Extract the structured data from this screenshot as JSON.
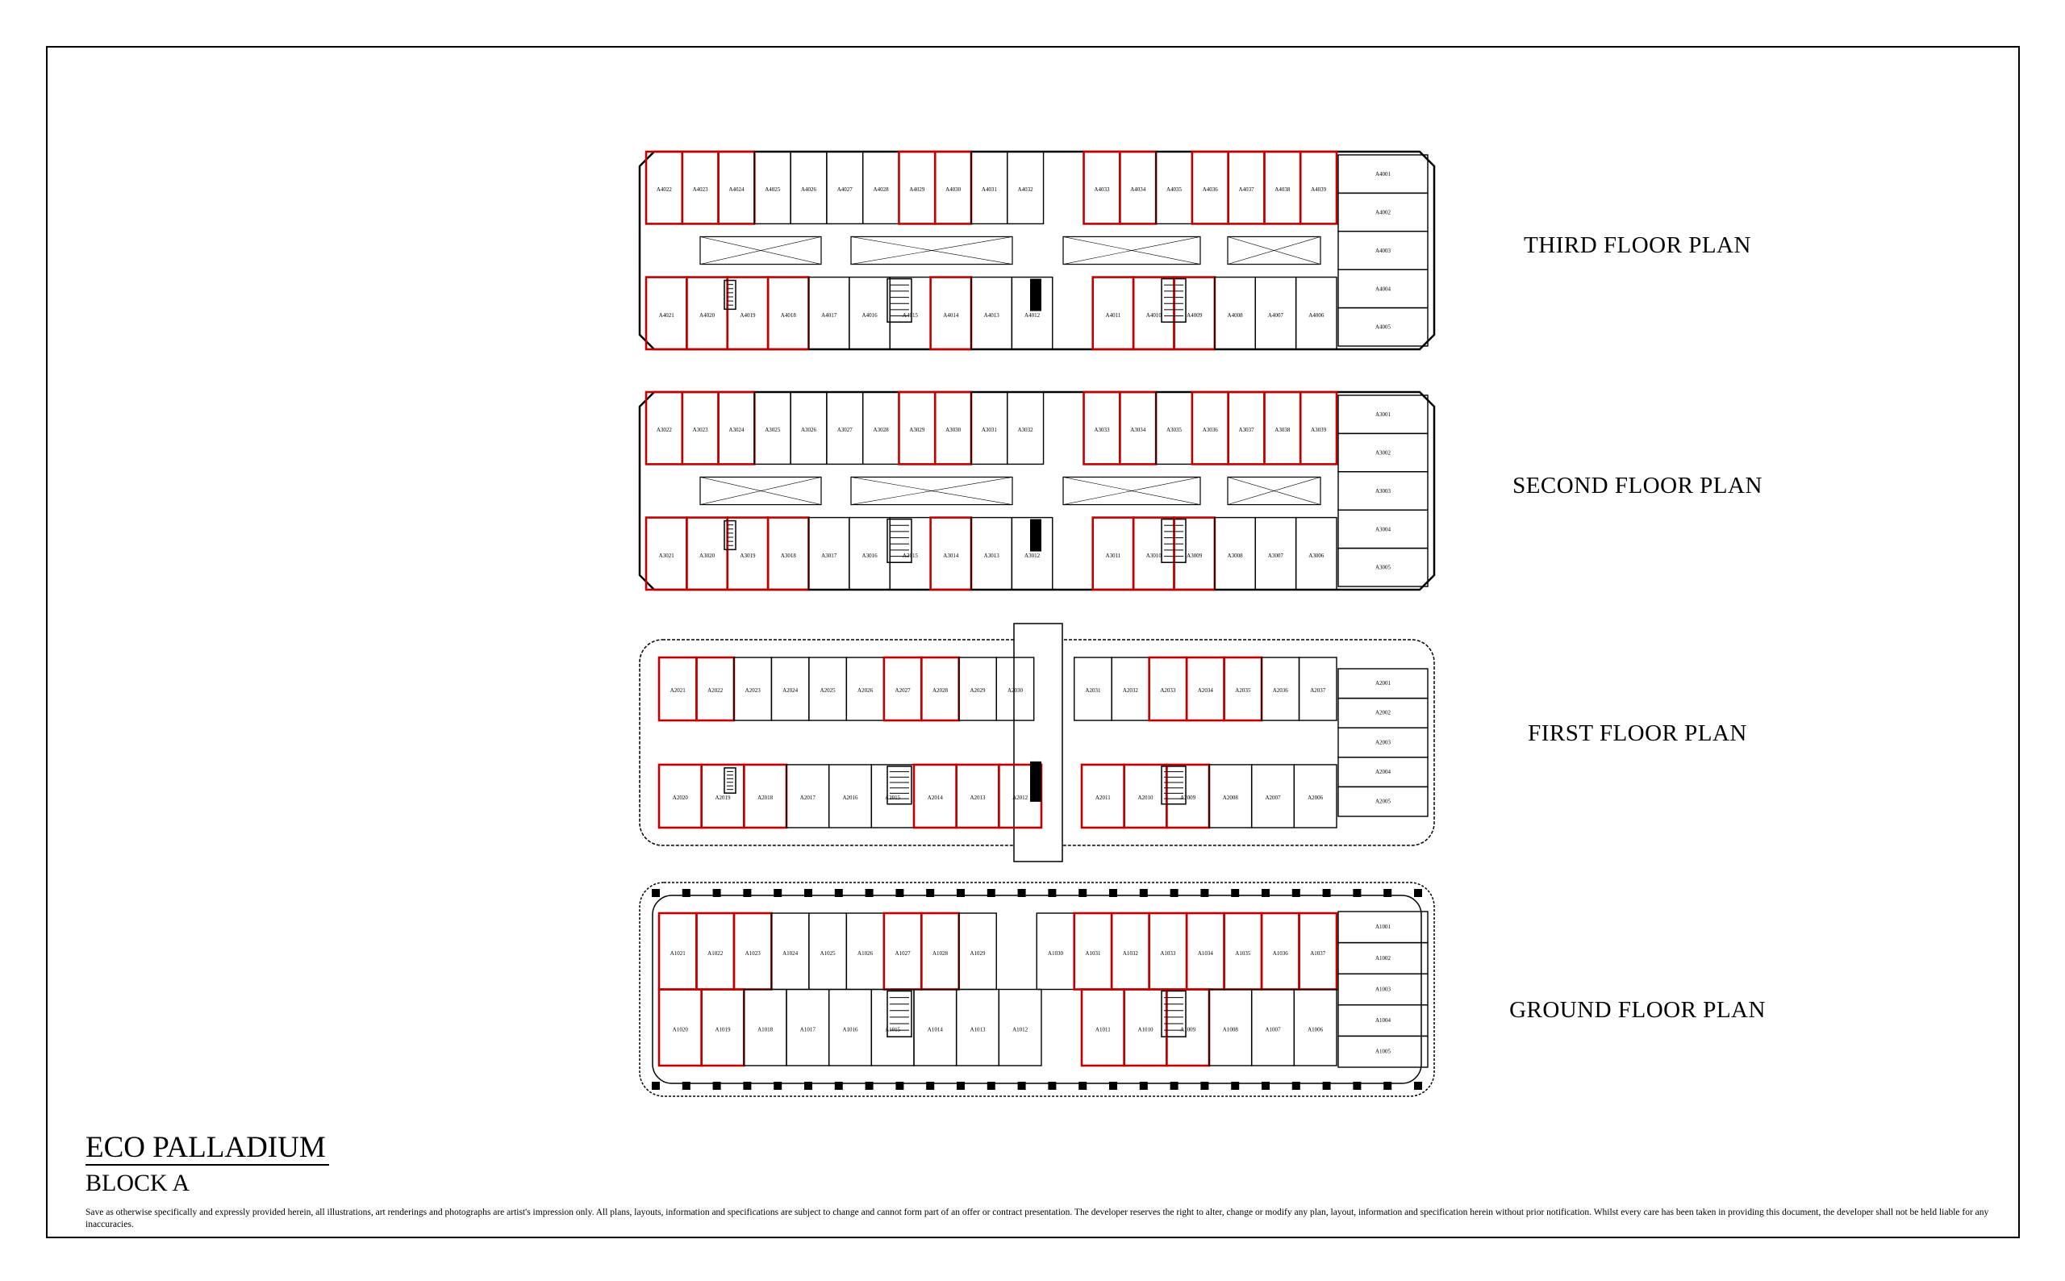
{
  "floor_labels": {
    "third": "THIRD FLOOR PLAN",
    "second": "SECOND FLOOR PLAN",
    "first": "FIRST FLOOR PLAN",
    "ground": "GROUND FLOOR PLAN"
  },
  "project": {
    "title": "ECO PALLADIUM",
    "block": "BLOCK A",
    "disclaimer": "Save as otherwise specifically and expressly provided herein, all illustrations, art renderings and photographs are artist's impression only. All plans, layouts, information and specifications are subject to change and cannot form part of an offer or contract presentation. The developer reserves the right to alter, change or modify any plan, layout, information and specification herein without prior notification. Whilst every care has been taken in providing this document, the developer shall not be held liable for any inaccuracies."
  },
  "colors": {
    "highlight": "#c00000",
    "line": "#000000"
  },
  "plans": [
    {
      "id": "third",
      "top_units": [
        "A4022",
        "A4023",
        "A4024",
        "A4025",
        "A4026",
        "A4027",
        "A4028",
        "A4029",
        "A4030",
        "A4031",
        "A4032",
        "A4033",
        "A4034",
        "A4035",
        "A4036",
        "A4037",
        "A4038",
        "A4039"
      ],
      "bottom_units": [
        "A4021",
        "A4020",
        "A4019",
        "A4018",
        "A4017",
        "A4016",
        "A4015",
        "A4014",
        "A4013",
        "A4012",
        "A4011",
        "A4010",
        "A4009",
        "A4008",
        "A4007",
        "A4006"
      ],
      "side_units": [
        "A4001",
        "A4002",
        "A4003",
        "A4004",
        "A4005"
      ],
      "top_red": [
        0,
        1,
        2,
        7,
        8,
        11,
        12,
        14,
        15,
        16,
        17
      ],
      "bottom_red": [
        0,
        1,
        2,
        3,
        7,
        10,
        11,
        12
      ]
    },
    {
      "id": "second",
      "top_units": [
        "A3022",
        "A3023",
        "A3024",
        "A3025",
        "A3026",
        "A3027",
        "A3028",
        "A3029",
        "A3030",
        "A3031",
        "A3032",
        "A3033",
        "A3034",
        "A3035",
        "A3036",
        "A3037",
        "A3038",
        "A3039"
      ],
      "bottom_units": [
        "A3021",
        "A3020",
        "A3019",
        "A3018",
        "A3017",
        "A3016",
        "A3015",
        "A3014",
        "A3013",
        "A3012",
        "A3011",
        "A3010",
        "A3009",
        "A3008",
        "A3007",
        "A3006"
      ],
      "side_units": [
        "A3001",
        "A3002",
        "A3003",
        "A3004",
        "A3005"
      ],
      "top_red": [
        0,
        1,
        2,
        7,
        8,
        11,
        12,
        14,
        15,
        16,
        17
      ],
      "bottom_red": [
        0,
        1,
        2,
        3,
        7,
        10,
        11,
        12
      ]
    },
    {
      "id": "first",
      "top_units": [
        "A2021",
        "A2022",
        "A2023",
        "A2024",
        "A2025",
        "A2026",
        "A2027",
        "A2028",
        "A2029",
        "A2030",
        "A2031",
        "A2032",
        "A2033",
        "A2034",
        "A2035",
        "A2036",
        "A2037"
      ],
      "bottom_units": [
        "A2020",
        "A2019",
        "A2018",
        "A2017",
        "A2016",
        "A2015",
        "A2014",
        "A2013",
        "A2012",
        "A2011",
        "A2010",
        "A2009",
        "A2008",
        "A2007",
        "A2006"
      ],
      "side_units": [
        "A2001",
        "A2002",
        "A2003",
        "A2004",
        "A2005"
      ],
      "top_red": [
        0,
        1,
        6,
        7,
        12,
        13,
        14
      ],
      "bottom_red": [
        0,
        1,
        2,
        6,
        7,
        8,
        9,
        10,
        11
      ]
    },
    {
      "id": "ground",
      "top_units": [
        "A1021",
        "A1022",
        "A1023",
        "A1024",
        "A1025",
        "A1026",
        "A1027",
        "A1028",
        "A1029",
        "A1030",
        "A1031",
        "A1032",
        "A1033",
        "A1034",
        "A1035",
        "A1036",
        "A1037"
      ],
      "bottom_units": [
        "A1020",
        "A1019",
        "A1018",
        "A1017",
        "A1016",
        "A1015",
        "A1014",
        "A1013",
        "A1012",
        "A1011",
        "A1010",
        "A1009",
        "A1008",
        "A1007",
        "A1006"
      ],
      "side_units": [
        "A1001",
        "A1002",
        "A1003",
        "A1004",
        "A1005"
      ],
      "top_red": [
        0,
        1,
        2,
        6,
        7,
        10,
        11,
        12,
        13,
        14,
        15,
        16
      ],
      "bottom_red": [
        0,
        1,
        9,
        10,
        11
      ]
    }
  ]
}
